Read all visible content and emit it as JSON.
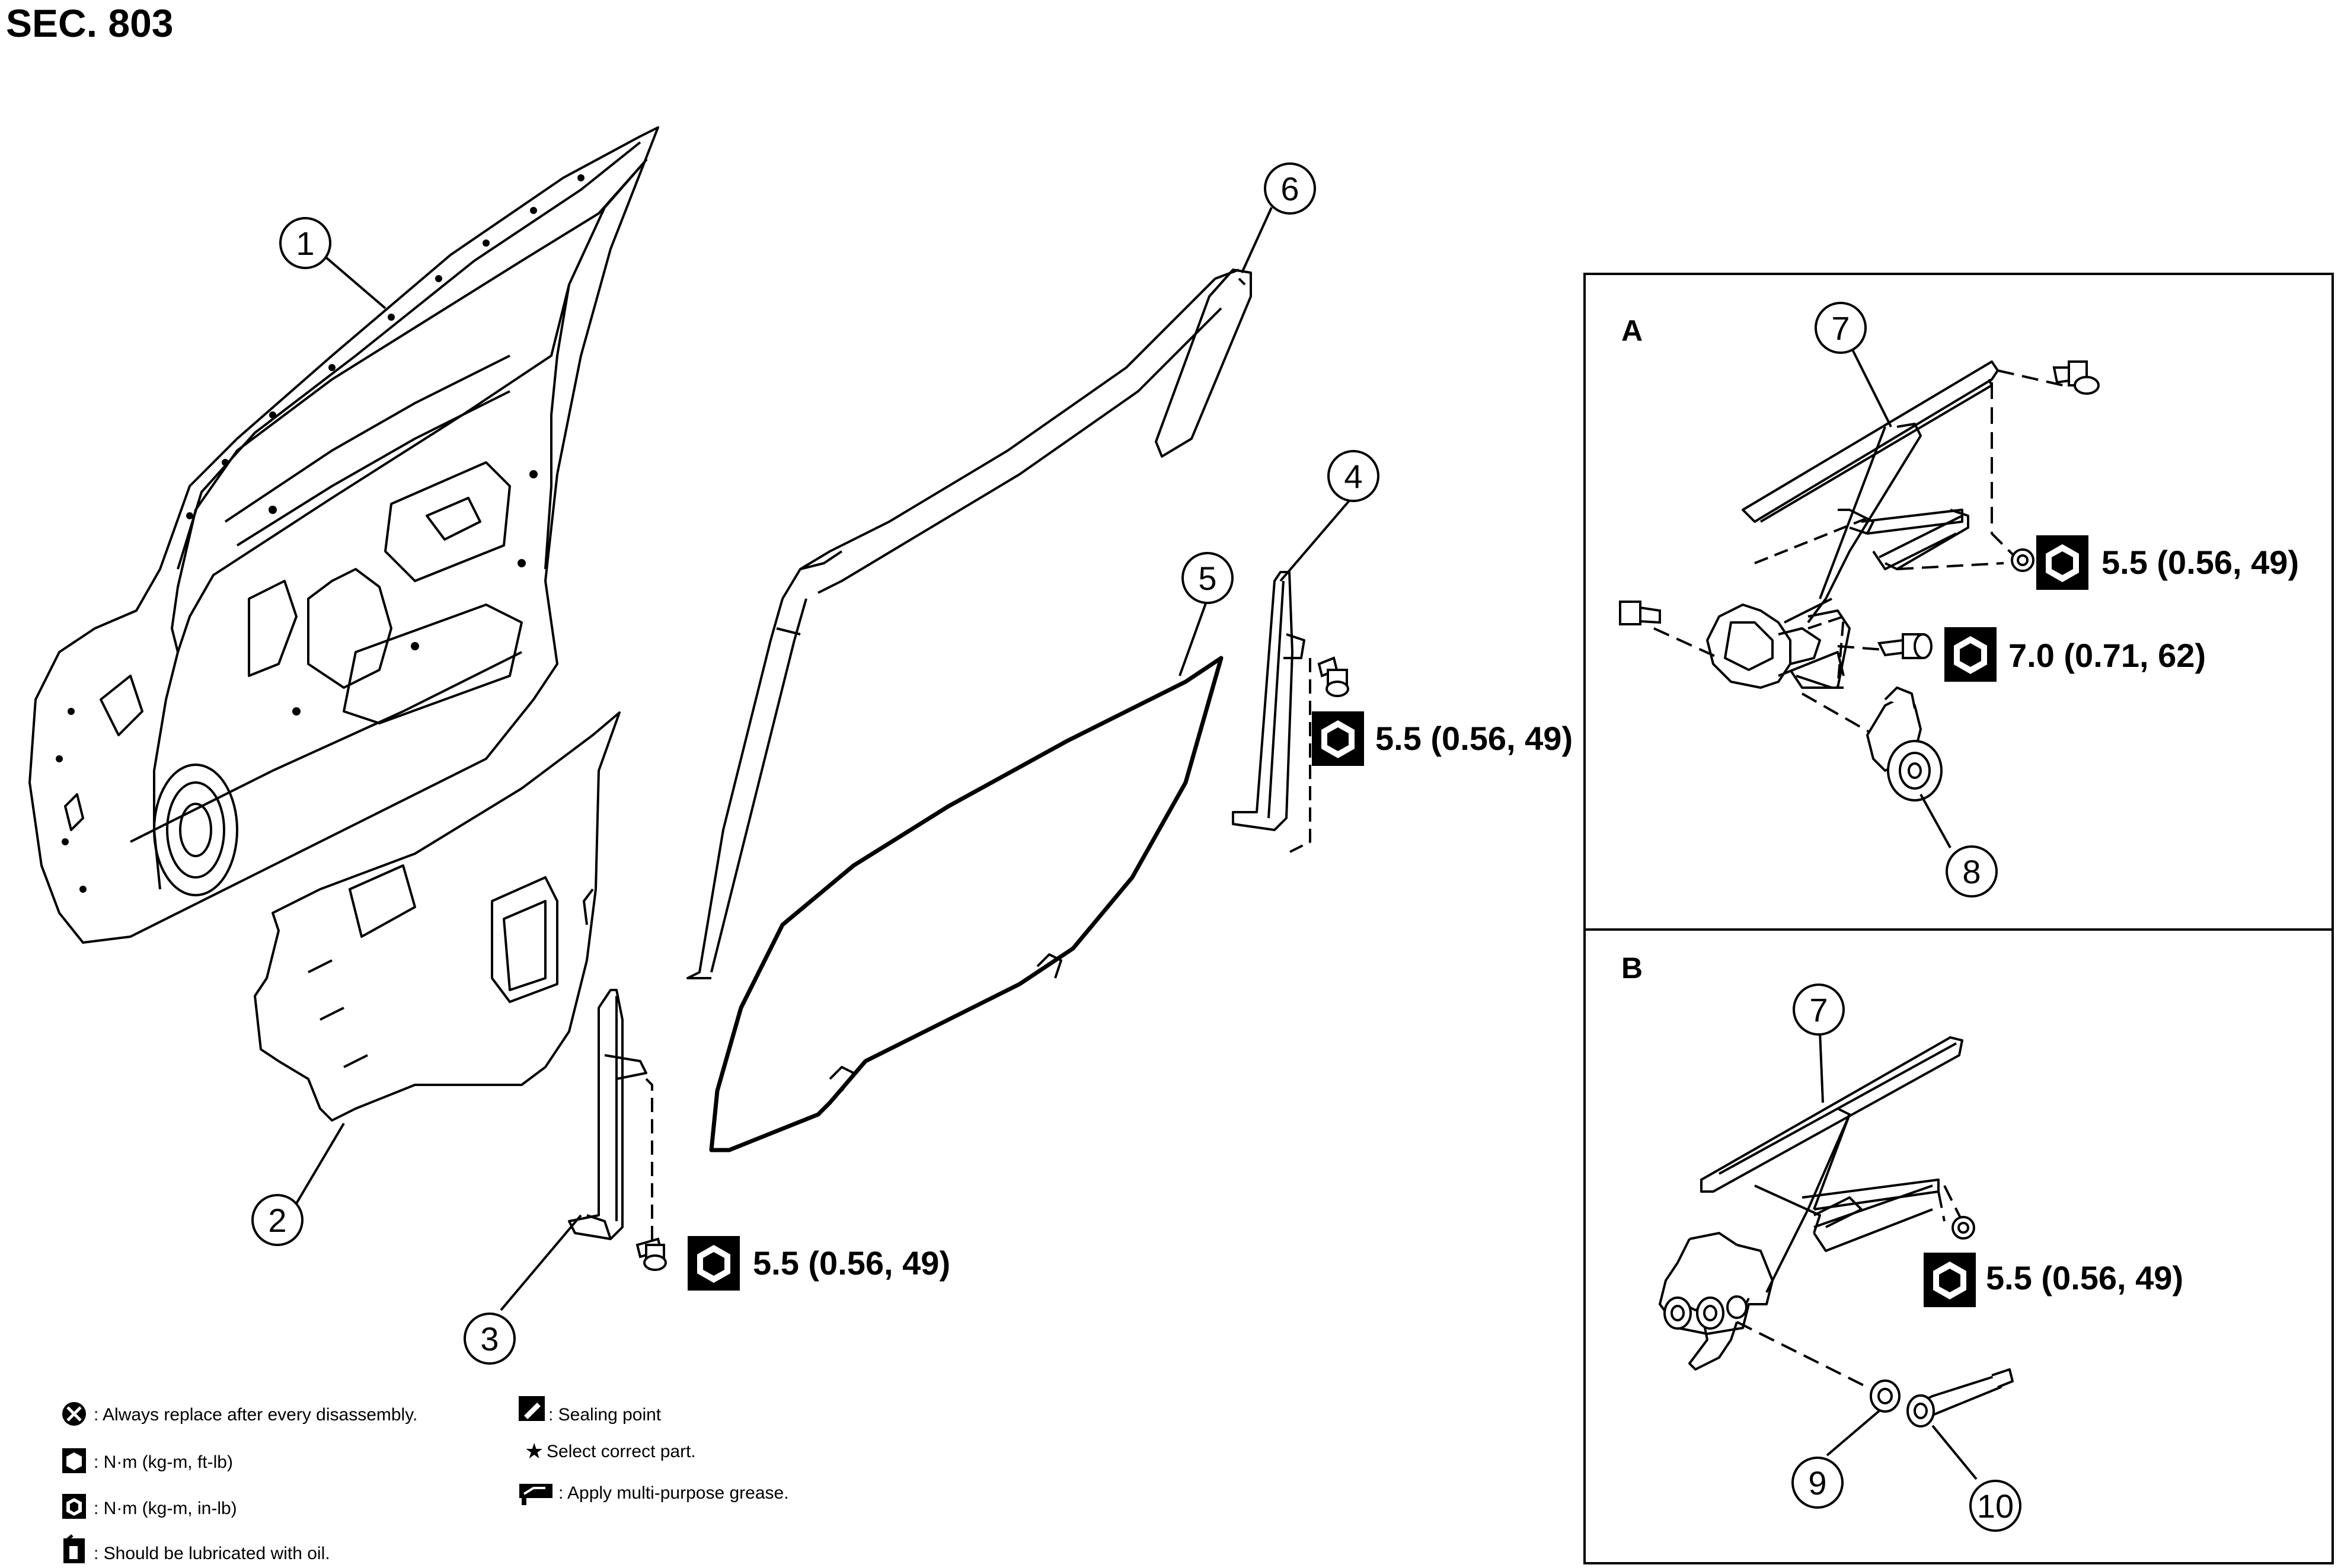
{
  "section_title": "SEC. 803",
  "insets": {
    "a": "A",
    "b": "B"
  },
  "callouts": [
    "1",
    "2",
    "3",
    "4",
    "5",
    "6",
    "7",
    "8",
    "7",
    "9",
    "10"
  ],
  "torques": {
    "rear_sash_bolt": "5.5 (0.56, 49)",
    "front_sash_bolt": "5.5 (0.56, 49)",
    "a_regulator_bolt": "5.5 (0.56, 49)",
    "a_motor_bolt": "7.0 (0.71, 62)",
    "b_regulator_nut": "5.5 (0.56, 49)"
  },
  "legend": {
    "replace": ": Always replace after every disassembly.",
    "nm_ftlb": ": N·m (kg-m, ft-lb)",
    "nm_inlb": ": N·m (kg-m, in-lb)",
    "oil": ": Should be lubricated with oil.",
    "sealing": ": Sealing point",
    "select": "Select correct part.",
    "grease": ": Apply multi-purpose grease."
  }
}
